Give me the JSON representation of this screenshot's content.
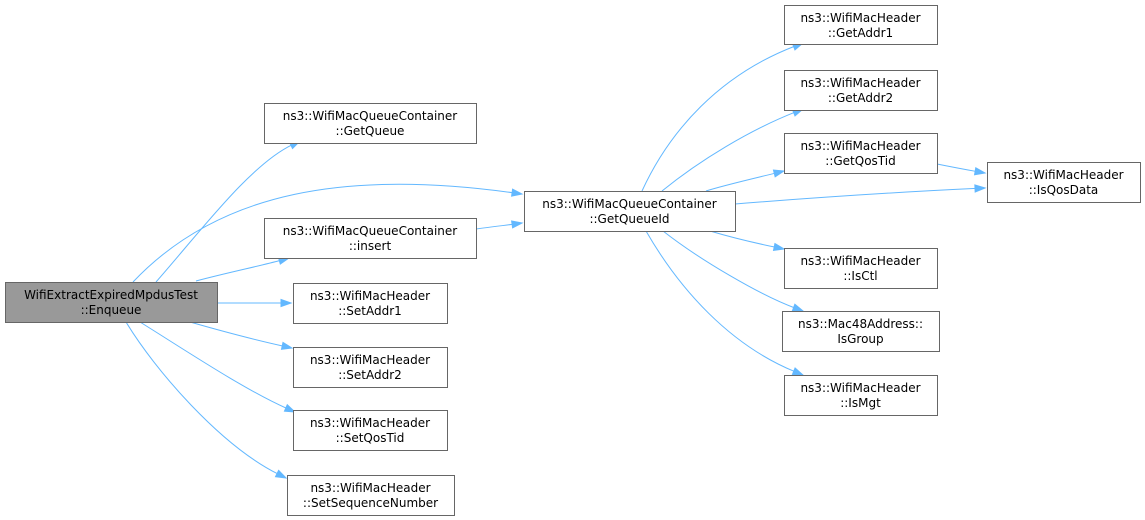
{
  "colors": {
    "edge": "#63b8ff",
    "node_border": "#666666",
    "node_fill": "#ffffff",
    "root_fill": "#999999"
  },
  "nodes": [
    {
      "id": "enqueue",
      "lines": [
        "WifiExtractExpiredMpdusTest",
        "::Enqueue"
      ],
      "root": true
    },
    {
      "id": "getqueue",
      "lines": [
        "ns3::WifiMacQueueContainer",
        "::GetQueue"
      ]
    },
    {
      "id": "insert",
      "lines": [
        "ns3::WifiMacQueueContainer",
        "::insert"
      ]
    },
    {
      "id": "setaddr1",
      "lines": [
        "ns3::WifiMacHeader",
        "::SetAddr1"
      ]
    },
    {
      "id": "setaddr2",
      "lines": [
        "ns3::WifiMacHeader",
        "::SetAddr2"
      ]
    },
    {
      "id": "setqostid",
      "lines": [
        "ns3::WifiMacHeader",
        "::SetQosTid"
      ]
    },
    {
      "id": "setseq",
      "lines": [
        "ns3::WifiMacHeader",
        "::SetSequenceNumber"
      ]
    },
    {
      "id": "getqueueid",
      "lines": [
        "ns3::WifiMacQueueContainer",
        "::GetQueueId"
      ]
    },
    {
      "id": "getaddr1",
      "lines": [
        "ns3::WifiMacHeader",
        "::GetAddr1"
      ]
    },
    {
      "id": "getaddr2",
      "lines": [
        "ns3::WifiMacHeader",
        "::GetAddr2"
      ]
    },
    {
      "id": "getqostid",
      "lines": [
        "ns3::WifiMacHeader",
        "::GetQosTid"
      ]
    },
    {
      "id": "isctl",
      "lines": [
        "ns3::WifiMacHeader",
        "::IsCtl"
      ]
    },
    {
      "id": "isgroup",
      "lines": [
        "ns3::Mac48Address::",
        "IsGroup"
      ]
    },
    {
      "id": "ismgt",
      "lines": [
        "ns3::WifiMacHeader",
        "::IsMgt"
      ]
    },
    {
      "id": "isqosdata",
      "lines": [
        "ns3::WifiMacHeader",
        "::IsQosData"
      ]
    }
  ],
  "edges": [
    [
      "enqueue",
      "getqueue"
    ],
    [
      "enqueue",
      "getqueueid"
    ],
    [
      "enqueue",
      "insert"
    ],
    [
      "enqueue",
      "setaddr1"
    ],
    [
      "enqueue",
      "setaddr2"
    ],
    [
      "enqueue",
      "setqostid"
    ],
    [
      "enqueue",
      "setseq"
    ],
    [
      "insert",
      "getqueueid"
    ],
    [
      "getqueueid",
      "getaddr1"
    ],
    [
      "getqueueid",
      "getaddr2"
    ],
    [
      "getqueueid",
      "getqostid"
    ],
    [
      "getqueueid",
      "isqosdata"
    ],
    [
      "getqueueid",
      "isctl"
    ],
    [
      "getqueueid",
      "isgroup"
    ],
    [
      "getqueueid",
      "ismgt"
    ],
    [
      "getqostid",
      "isqosdata"
    ]
  ]
}
